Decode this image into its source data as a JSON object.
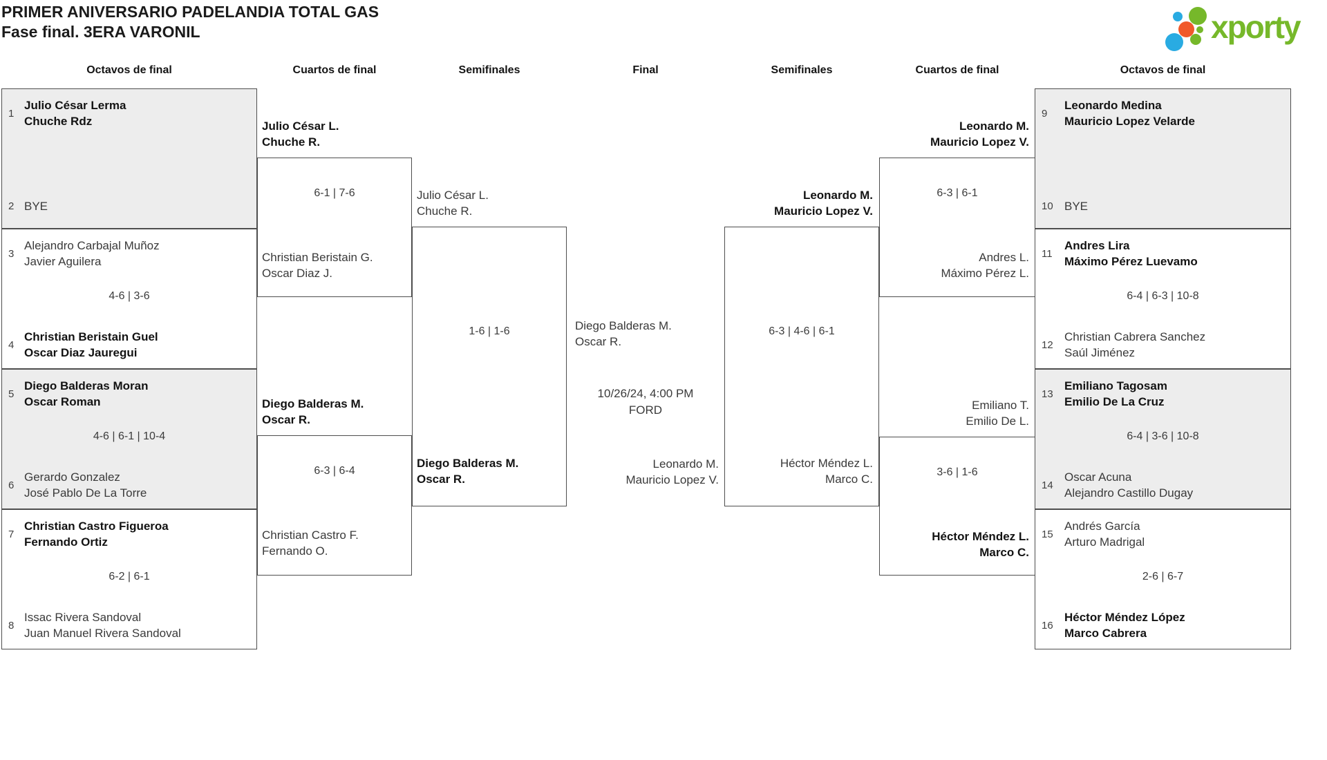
{
  "header": {
    "title": "PRIMER ANIVERSARIO PADELANDIA TOTAL GAS",
    "subtitle": "Fase final. 3ERA VARONIL",
    "logo_text": "xporty"
  },
  "colors": {
    "logo_green": "#76b82a",
    "logo_blue": "#29abe2",
    "logo_orange": "#f1592a",
    "box_shaded": "#ededed",
    "border": "#4d4d4d"
  },
  "rounds": [
    "Octavos de final",
    "Cuartos de final",
    "Semifinales",
    "Final",
    "Semifinales",
    "Cuartos de final",
    "Octavos de final"
  ],
  "bracket": {
    "octavos_left": [
      {
        "seed_a": "1",
        "a1": "Julio César Lerma",
        "a2": "Chuche Rdz",
        "a_bold": true,
        "seed_b": "2",
        "b1": "BYE",
        "score": "",
        "shaded": true
      },
      {
        "seed_a": "3",
        "a1": "Alejandro Carbajal Muñoz",
        "a2": "Javier Aguilera",
        "seed_b": "4",
        "b1": "Christian Beristain Guel",
        "b2": "Oscar Diaz Jauregui",
        "b_bold": true,
        "score": "4-6 | 3-6",
        "shaded": false
      },
      {
        "seed_a": "5",
        "a1": "Diego Balderas Moran",
        "a2": "Oscar Roman",
        "a_bold": true,
        "seed_b": "6",
        "b1": "Gerardo Gonzalez",
        "b2": "José Pablo De La Torre",
        "score": "4-6 | 6-1 | 10-4",
        "shaded": true
      },
      {
        "seed_a": "7",
        "a1": "Christian Castro Figueroa",
        "a2": "Fernando Ortiz",
        "a_bold": true,
        "seed_b": "8",
        "b1": "Issac Rivera Sandoval",
        "b2": "Juan Manuel Rivera Sandoval",
        "score": "6-2 | 6-1",
        "shaded": false
      }
    ],
    "octavos_right": [
      {
        "seed_a": "9",
        "a1": "Leonardo Medina",
        "a2": "Mauricio Lopez Velarde",
        "a_bold": true,
        "seed_b": "10",
        "b1": "BYE",
        "score": "",
        "shaded": true
      },
      {
        "seed_a": "11",
        "a1": "Andres Lira",
        "a2": "Máximo Pérez Luevamo",
        "a_bold": true,
        "seed_b": "12",
        "b1": "Christian Cabrera Sanchez",
        "b2": "Saúl Jiménez",
        "score": "6-4 | 6-3 | 10-8",
        "shaded": false
      },
      {
        "seed_a": "13",
        "a1": "Emiliano Tagosam",
        "a2": "Emilio De La Cruz",
        "a_bold": true,
        "seed_b": "14",
        "b1": "Oscar Acuna",
        "b2": "Alejandro Castillo Dugay",
        "score": "6-4 | 3-6 | 10-8",
        "shaded": true
      },
      {
        "seed_a": "15",
        "a1": "Andrés García",
        "a2": "Arturo Madrigal",
        "seed_b": "16",
        "b1": "Héctor Méndez López",
        "b2": "Marco Cabrera",
        "b_bold": true,
        "score": "2-6 | 6-7",
        "shaded": false
      }
    ],
    "cuartos_left": [
      {
        "top1": "Julio César L.",
        "top2": "Chuche R.",
        "top_bold": true,
        "score": "6-1 | 7-6",
        "bot1": "Christian Beristain G.",
        "bot2": "Oscar Diaz J."
      },
      {
        "top1": "Diego Balderas M.",
        "top2": "Oscar R.",
        "top_bold": true,
        "score": "6-3 | 6-4",
        "bot1": "Christian Castro F.",
        "bot2": "Fernando O."
      }
    ],
    "cuartos_right": [
      {
        "top1": "Leonardo M.",
        "top2": "Mauricio Lopez V.",
        "top_bold": true,
        "score": "6-3 | 6-1",
        "bot1": "Andres L.",
        "bot2": "Máximo Pérez L."
      },
      {
        "top1": "Emiliano T.",
        "top2": "Emilio De L.",
        "score": "3-6 | 1-6",
        "bot1": "Héctor Méndez L.",
        "bot2": "Marco C.",
        "bot_bold": true
      }
    ],
    "semi_left": {
      "top1": "Julio César L.",
      "top2": "Chuche R.",
      "score": "1-6 | 1-6",
      "bot1": "Diego Balderas M.",
      "bot2": "Oscar R.",
      "bot_bold": true
    },
    "semi_right": {
      "top1": "Leonardo M.",
      "top2": "Mauricio Lopez V.",
      "top_bold": true,
      "score": "6-3 | 4-6 | 6-1",
      "bot1": "Héctor Méndez L.",
      "bot2": "Marco C."
    },
    "final": {
      "team_a1": "Diego Balderas M.",
      "team_a2": "Oscar R.",
      "datetime": "10/26/24, 4:00 PM",
      "venue": "FORD",
      "team_b1": "Leonardo M.",
      "team_b2": "Mauricio Lopez V."
    }
  }
}
